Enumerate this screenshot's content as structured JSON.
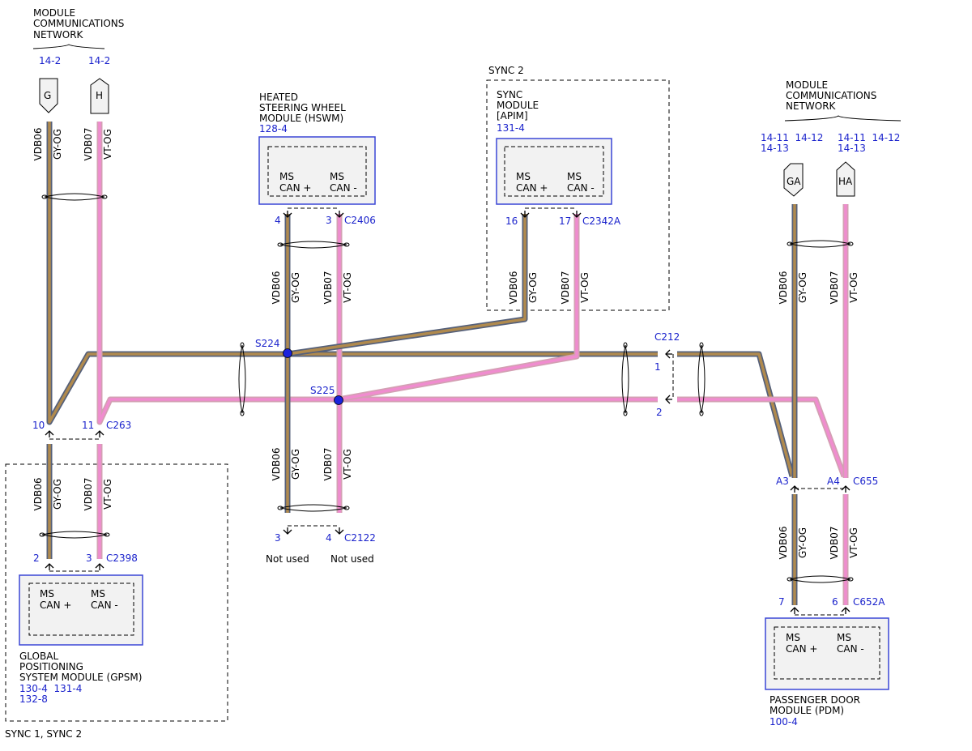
{
  "colors": {
    "gy_og_core": "#b08a4e",
    "gy_og_edge": "#55607a",
    "vt_og_core": "#f08ccf",
    "vt_og_edge": "#d3a0b3",
    "splice": "#1a22dd",
    "ref": "#1a22cc",
    "module_border": "#3a46d6",
    "module_fill": "#f2f2f2"
  },
  "top_left_group": {
    "title_lines": [
      "MODULE",
      "COMMUNICATIONS",
      "NETWORK"
    ],
    "refs": [
      "14-2",
      "14-2"
    ],
    "connectors": [
      "G",
      "H"
    ]
  },
  "top_right_group": {
    "title_lines": [
      "MODULE",
      "COMMUNICATIONS",
      "NETWORK"
    ],
    "refs_left": [
      "14-11  14-12",
      "14-13"
    ],
    "refs_right": [
      "14-11  14-12",
      "14-13"
    ],
    "connectors": [
      "GA",
      "HA"
    ]
  },
  "wires": {
    "plus_circuit": "VDB06",
    "plus_color": "GY-OG",
    "minus_circuit": "VDB07",
    "minus_color": "VT-OG"
  },
  "modules": {
    "hswm": {
      "title_lines": [
        "HEATED",
        "STEERING WHEEL",
        "MODULE (HSWM)"
      ],
      "ref": "128-4",
      "pin_plus_label": [
        "MS",
        "CAN +"
      ],
      "pin_minus_label": [
        "MS",
        "CAN -"
      ],
      "pin_plus": "4",
      "pin_minus": "3",
      "connector": "C2406"
    },
    "apim": {
      "group_label": "SYNC 2",
      "title_lines": [
        "SYNC",
        "MODULE",
        "[APIM]"
      ],
      "ref": "131-4",
      "pin_plus_label": [
        "MS",
        "CAN +"
      ],
      "pin_minus_label": [
        "MS",
        "CAN -"
      ],
      "pin_plus": "16",
      "pin_minus": "17",
      "connector": "C2342A"
    },
    "gpsm": {
      "title_lines": [
        "GLOBAL",
        "POSITIONING",
        "SYSTEM MODULE (GPSM)"
      ],
      "refs": [
        "130-4  131-4",
        "132-8"
      ],
      "group_label": "SYNC 1, SYNC 2",
      "pin_plus_label": [
        "MS",
        "CAN +"
      ],
      "pin_minus_label": [
        "MS",
        "CAN -"
      ],
      "pin_plus": "2",
      "pin_minus": "3",
      "connector": "C2398"
    },
    "pdm": {
      "title_lines": [
        "PASSENGER DOOR",
        "MODULE (PDM)"
      ],
      "ref": "100-4",
      "pin_plus_label": [
        "MS",
        "CAN +"
      ],
      "pin_minus_label": [
        "MS",
        "CAN -"
      ],
      "pin_plus": "7",
      "pin_minus": "6",
      "connector": "C652A"
    }
  },
  "inline_connectors": {
    "c263": {
      "pin_plus": "10",
      "pin_minus": "11",
      "name": "C263"
    },
    "c2122": {
      "pin_plus": "3",
      "pin_minus": "4",
      "name": "C2122",
      "unused_plus": "Not used",
      "unused_minus": "Not used"
    },
    "c212": {
      "name": "C212",
      "pin_plus": "1",
      "pin_minus": "2"
    },
    "c655": {
      "pin_plus": "A3",
      "pin_minus": "A4",
      "name": "C655"
    }
  },
  "splices": {
    "plus": "S224",
    "minus": "S225"
  }
}
